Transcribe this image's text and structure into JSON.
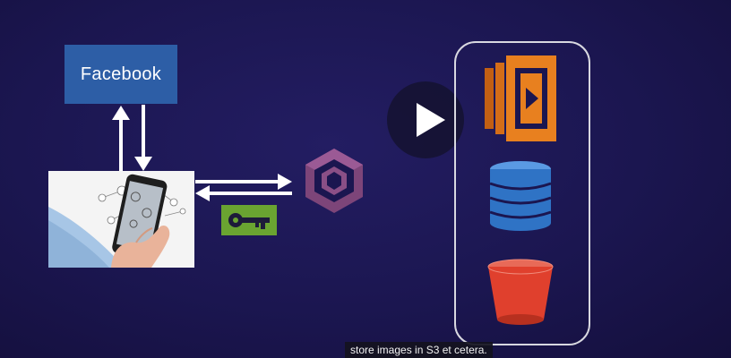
{
  "slide": {
    "facebook_label": "Facebook",
    "caption": "store images in S3 et cetera."
  },
  "icons": {
    "identity_provider": "facebook-box",
    "device": "smartphone-photo",
    "key": "key-icon",
    "auth_service": "cognito-icon",
    "compute": "lambda-icon",
    "database": "dynamodb-icon",
    "storage": "s3-bucket-icon",
    "player": "play-icon"
  },
  "colors": {
    "background": "#1b1650",
    "facebook": "#2d5ea6",
    "key_badge": "#6aa431",
    "cognito": "#8a4f86",
    "lambda": "#e8801f",
    "dynamodb": "#2f73c5",
    "s3": "#e0402d"
  }
}
